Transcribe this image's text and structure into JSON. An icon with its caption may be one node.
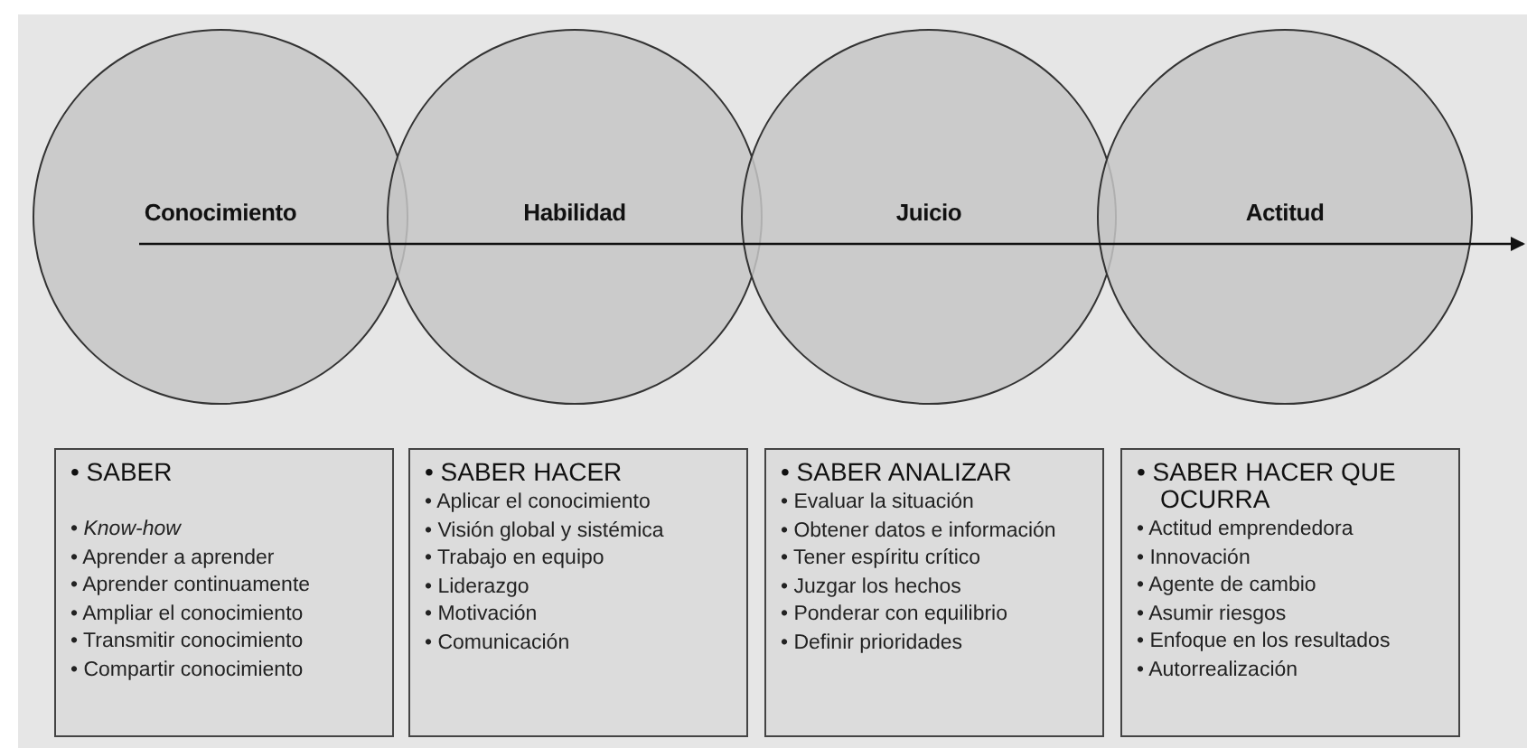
{
  "diagram": {
    "nodes": [
      {
        "text": [
          "Conocimiento"
        ]
      },
      {
        "text": [
          "Habilidad"
        ]
      },
      {
        "text": [
          "Juicio"
        ]
      },
      {
        "text": [
          "Actitud"
        ]
      },
      {
        "text": [
          "• SABER",
          "• *Know-how*",
          "• Aprender a aprender",
          "• Aprender continuamente",
          "• Ampliar el conocimiento",
          "• Transmitir conocimiento",
          "• Compartir conocimiento"
        ]
      },
      {
        "text": [
          "• SABER HACER",
          "• Aplicar el conocimiento",
          "• Visión global y sistémica",
          "• Trabajo en equipo",
          "• Liderazgo",
          "• Motivación",
          "• Comunicación"
        ]
      },
      {
        "text": [
          "• SABER ANALIZAR",
          "• Evaluar la situación",
          "• Obtener datos e información",
          "• Tener espíritu crítico",
          "• Juzgar los hechos",
          "• Ponderar con equilibrio",
          "• Definir prioridades"
        ]
      },
      {
        "text": [
          "• SABER HACER QUE OCURRA",
          "• Actitud emprendedora",
          "• Innovación",
          "• Agente de cambio",
          "• Asumir riesgos",
          "• Enfoque en los resultados",
          "• Autorrealización"
        ]
      }
    ],
    "edges": []
  }
}
